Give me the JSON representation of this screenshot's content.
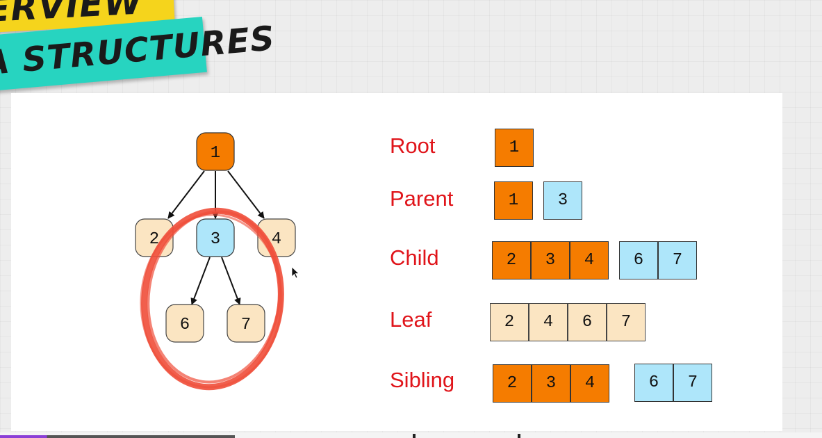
{
  "banner": {
    "line1": "ERVIEW",
    "line2": "A STRUCTURES"
  },
  "colors": {
    "root": "#f57c00",
    "parent_highlight": "#aee6fa",
    "other_node": "#fbe5c2",
    "term_text": "#e0141a",
    "annotation_circle": "#ef4e3a"
  },
  "tree": {
    "nodes": [
      {
        "id": "node-1",
        "label": "1",
        "style": "root"
      },
      {
        "id": "node-2",
        "label": "2",
        "style": "other"
      },
      {
        "id": "node-3",
        "label": "3",
        "style": "highlight"
      },
      {
        "id": "node-4",
        "label": "4",
        "style": "other"
      },
      {
        "id": "node-6",
        "label": "6",
        "style": "other"
      },
      {
        "id": "node-7",
        "label": "7",
        "style": "other"
      }
    ],
    "edges": [
      [
        "1",
        "2"
      ],
      [
        "1",
        "3"
      ],
      [
        "1",
        "4"
      ],
      [
        "3",
        "6"
      ],
      [
        "3",
        "7"
      ]
    ]
  },
  "terms": [
    {
      "label": "Root",
      "groups": [
        {
          "style": "orange",
          "values": [
            "1"
          ]
        }
      ]
    },
    {
      "label": "Parent",
      "groups": [
        {
          "style": "orange",
          "values": [
            "1"
          ]
        },
        {
          "style": "blue",
          "values": [
            "3"
          ]
        }
      ]
    },
    {
      "label": "Child",
      "groups": [
        {
          "style": "orange",
          "values": [
            "2",
            "3",
            "4"
          ]
        },
        {
          "style": "blue",
          "values": [
            "6",
            "7"
          ]
        }
      ]
    },
    {
      "label": "Leaf",
      "groups": [
        {
          "style": "cream",
          "values": [
            "2",
            "4",
            "6",
            "7"
          ]
        }
      ]
    },
    {
      "label": "Sibling",
      "groups": [
        {
          "style": "orange",
          "values": [
            "2",
            "3",
            "4"
          ]
        },
        {
          "style": "blue",
          "values": [
            "6",
            "7"
          ]
        }
      ]
    }
  ]
}
